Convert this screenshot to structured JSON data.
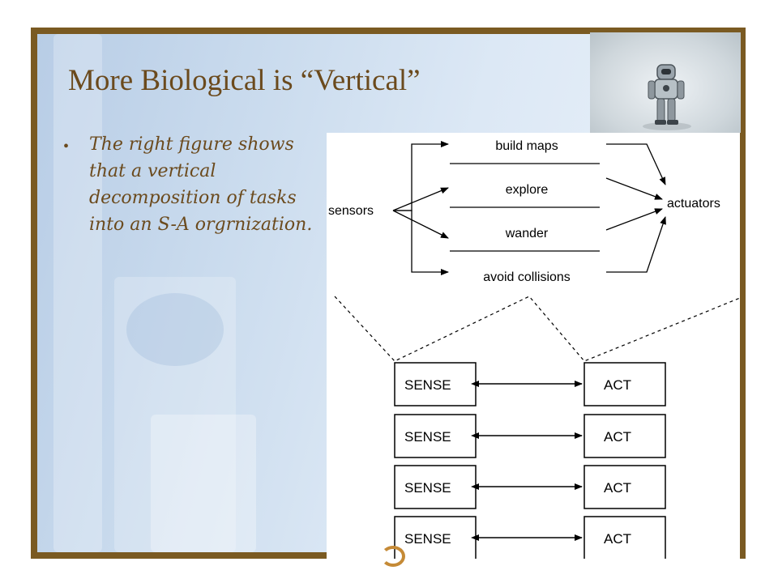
{
  "slide": {
    "title": "More Biological is “Vertical”",
    "bullet": "The right figure shows that a vertical decomposition of tasks into an S-A orgrnization."
  },
  "figure_top": {
    "input_label": "sensors",
    "output_label": "actuators",
    "behaviors": [
      "build maps",
      "explore",
      "wander",
      "avoid collisions"
    ]
  },
  "figure_bottom": {
    "pairs": [
      {
        "sense": "SENSE",
        "act": "ACT"
      },
      {
        "sense": "SENSE",
        "act": "ACT"
      },
      {
        "sense": "SENSE",
        "act": "ACT"
      },
      {
        "sense": "SENSE",
        "act": "ACT"
      }
    ]
  },
  "colors": {
    "frame": "#7a5a22",
    "title_text": "#6b4a1d",
    "background_blue": "#cbdcee"
  },
  "icons": [
    "robot-photo",
    "bullet-dot",
    "arrow-head"
  ]
}
